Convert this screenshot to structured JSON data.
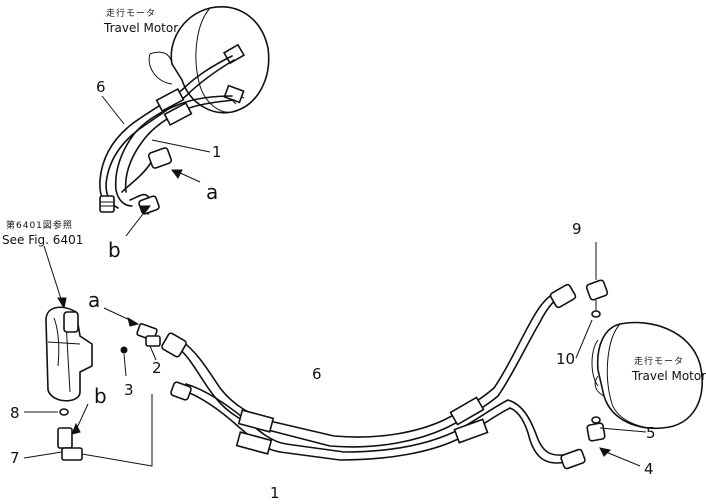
{
  "labels": {
    "motor_top_jp": "走行モータ",
    "motor_top_en": "Travel Motor",
    "motor_right_jp": "走行モータ",
    "motor_right_en": "Travel Motor",
    "see_fig_jp": "第6401図参照",
    "see_fig_en": "See Fig. 6401",
    "callout_a_top": "a",
    "callout_b_top": "b",
    "callout_a_left": "a",
    "callout_b_left": "b",
    "part_1_top": "1",
    "part_6_top": "6",
    "part_1_bottom": "1",
    "part_2": "2",
    "part_3": "3",
    "part_4": "4",
    "part_5": "5",
    "part_6_bottom": "6",
    "part_7": "7",
    "part_8": "8",
    "part_9": "9",
    "part_10": "10"
  },
  "colors": {
    "ink": "#111111",
    "paper": "#ffffff"
  }
}
